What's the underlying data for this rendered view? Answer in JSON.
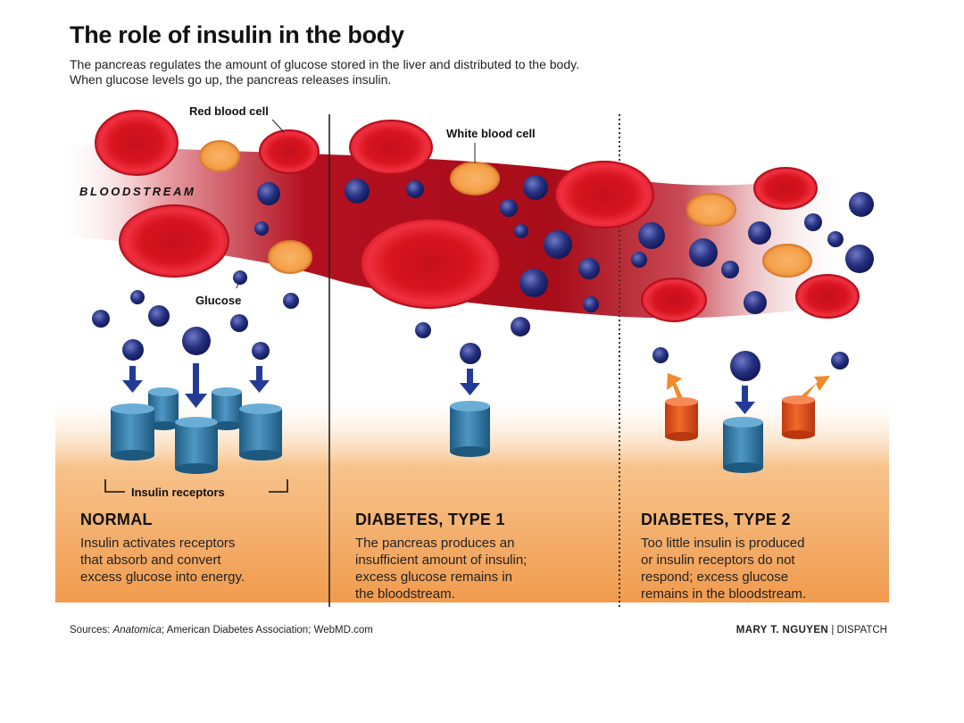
{
  "title": "The role of insulin in the body",
  "subtitle_lines": [
    "The pancreas regulates the amount of glucose stored in the liver and distributed to the body.",
    "When glucose levels go up, the pancreas releases insulin."
  ],
  "labels": {
    "red_blood_cell": "Red blood cell",
    "white_blood_cell": "White blood cell",
    "bloodstream": "BLOODSTREAM",
    "glucose": "Glucose",
    "insulin_receptors": "Insulin receptors"
  },
  "panels": [
    {
      "heading": "NORMAL",
      "lines": [
        "Insulin activates receptors",
        "that absorb and convert",
        "excess glucose into energy."
      ]
    },
    {
      "heading": "DIABETES, TYPE 1",
      "lines": [
        "The pancreas produces an",
        "insufficient amount of insulin;",
        "excess glucose remains in",
        "the bloodstream."
      ]
    },
    {
      "heading": "DIABETES, TYPE 2",
      "lines": [
        "Too little insulin is produced",
        "or insulin receptors do not",
        "respond; excess glucose",
        "remains in the bloodstream."
      ]
    }
  ],
  "footer": {
    "sources_prefix": "Sources: ",
    "sources_italic": "Anatomica",
    "sources_rest": "; American Diabetes Association; WebMD.com",
    "credit_name": "MARY T. NGUYEN",
    "credit_sep": " | ",
    "credit_org": "DISPATCH"
  },
  "colors": {
    "red_cell": "#e41c2c",
    "red_cell_inner": "#c8101e",
    "white_cell": "#f4a04a",
    "glucose": "#232a7a",
    "receptor_blue": "#3f86b0",
    "receptor_orange": "#e8561c",
    "ground": "#f3a55a",
    "blood": "#b0101c"
  }
}
